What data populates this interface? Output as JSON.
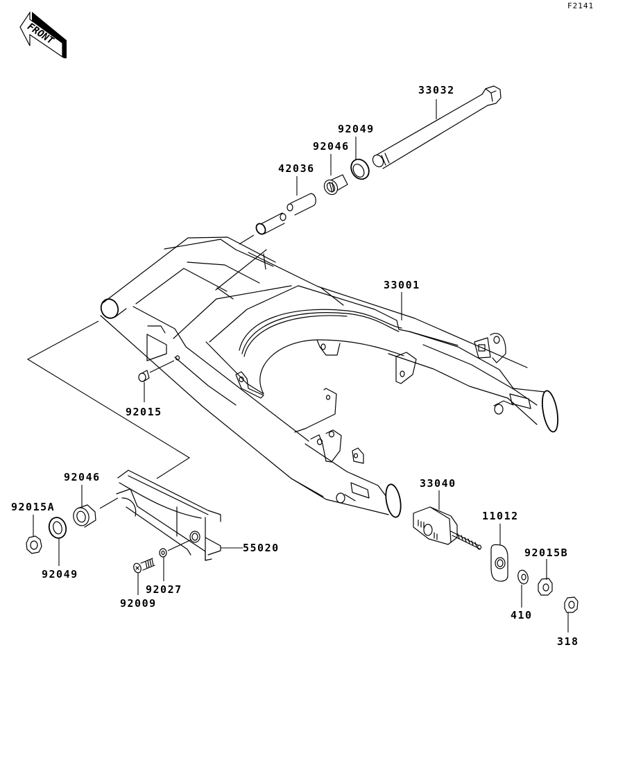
{
  "diagram": {
    "code": "F2141",
    "front_label": "FRONT",
    "parts": {
      "p33032": "33032",
      "p92049_top": "92049",
      "p92046_top": "92046",
      "p42036": "42036",
      "p33001": "33001",
      "p92015": "92015",
      "p92046_bottom": "92046",
      "p92015A": "92015A",
      "p92049_bottom": "92049",
      "p55020": "55020",
      "p92027": "92027",
      "p92009": "92009",
      "p33040": "33040",
      "p11012": "11012",
      "p92015B": "92015B",
      "p410": "410",
      "p318": "318"
    }
  }
}
